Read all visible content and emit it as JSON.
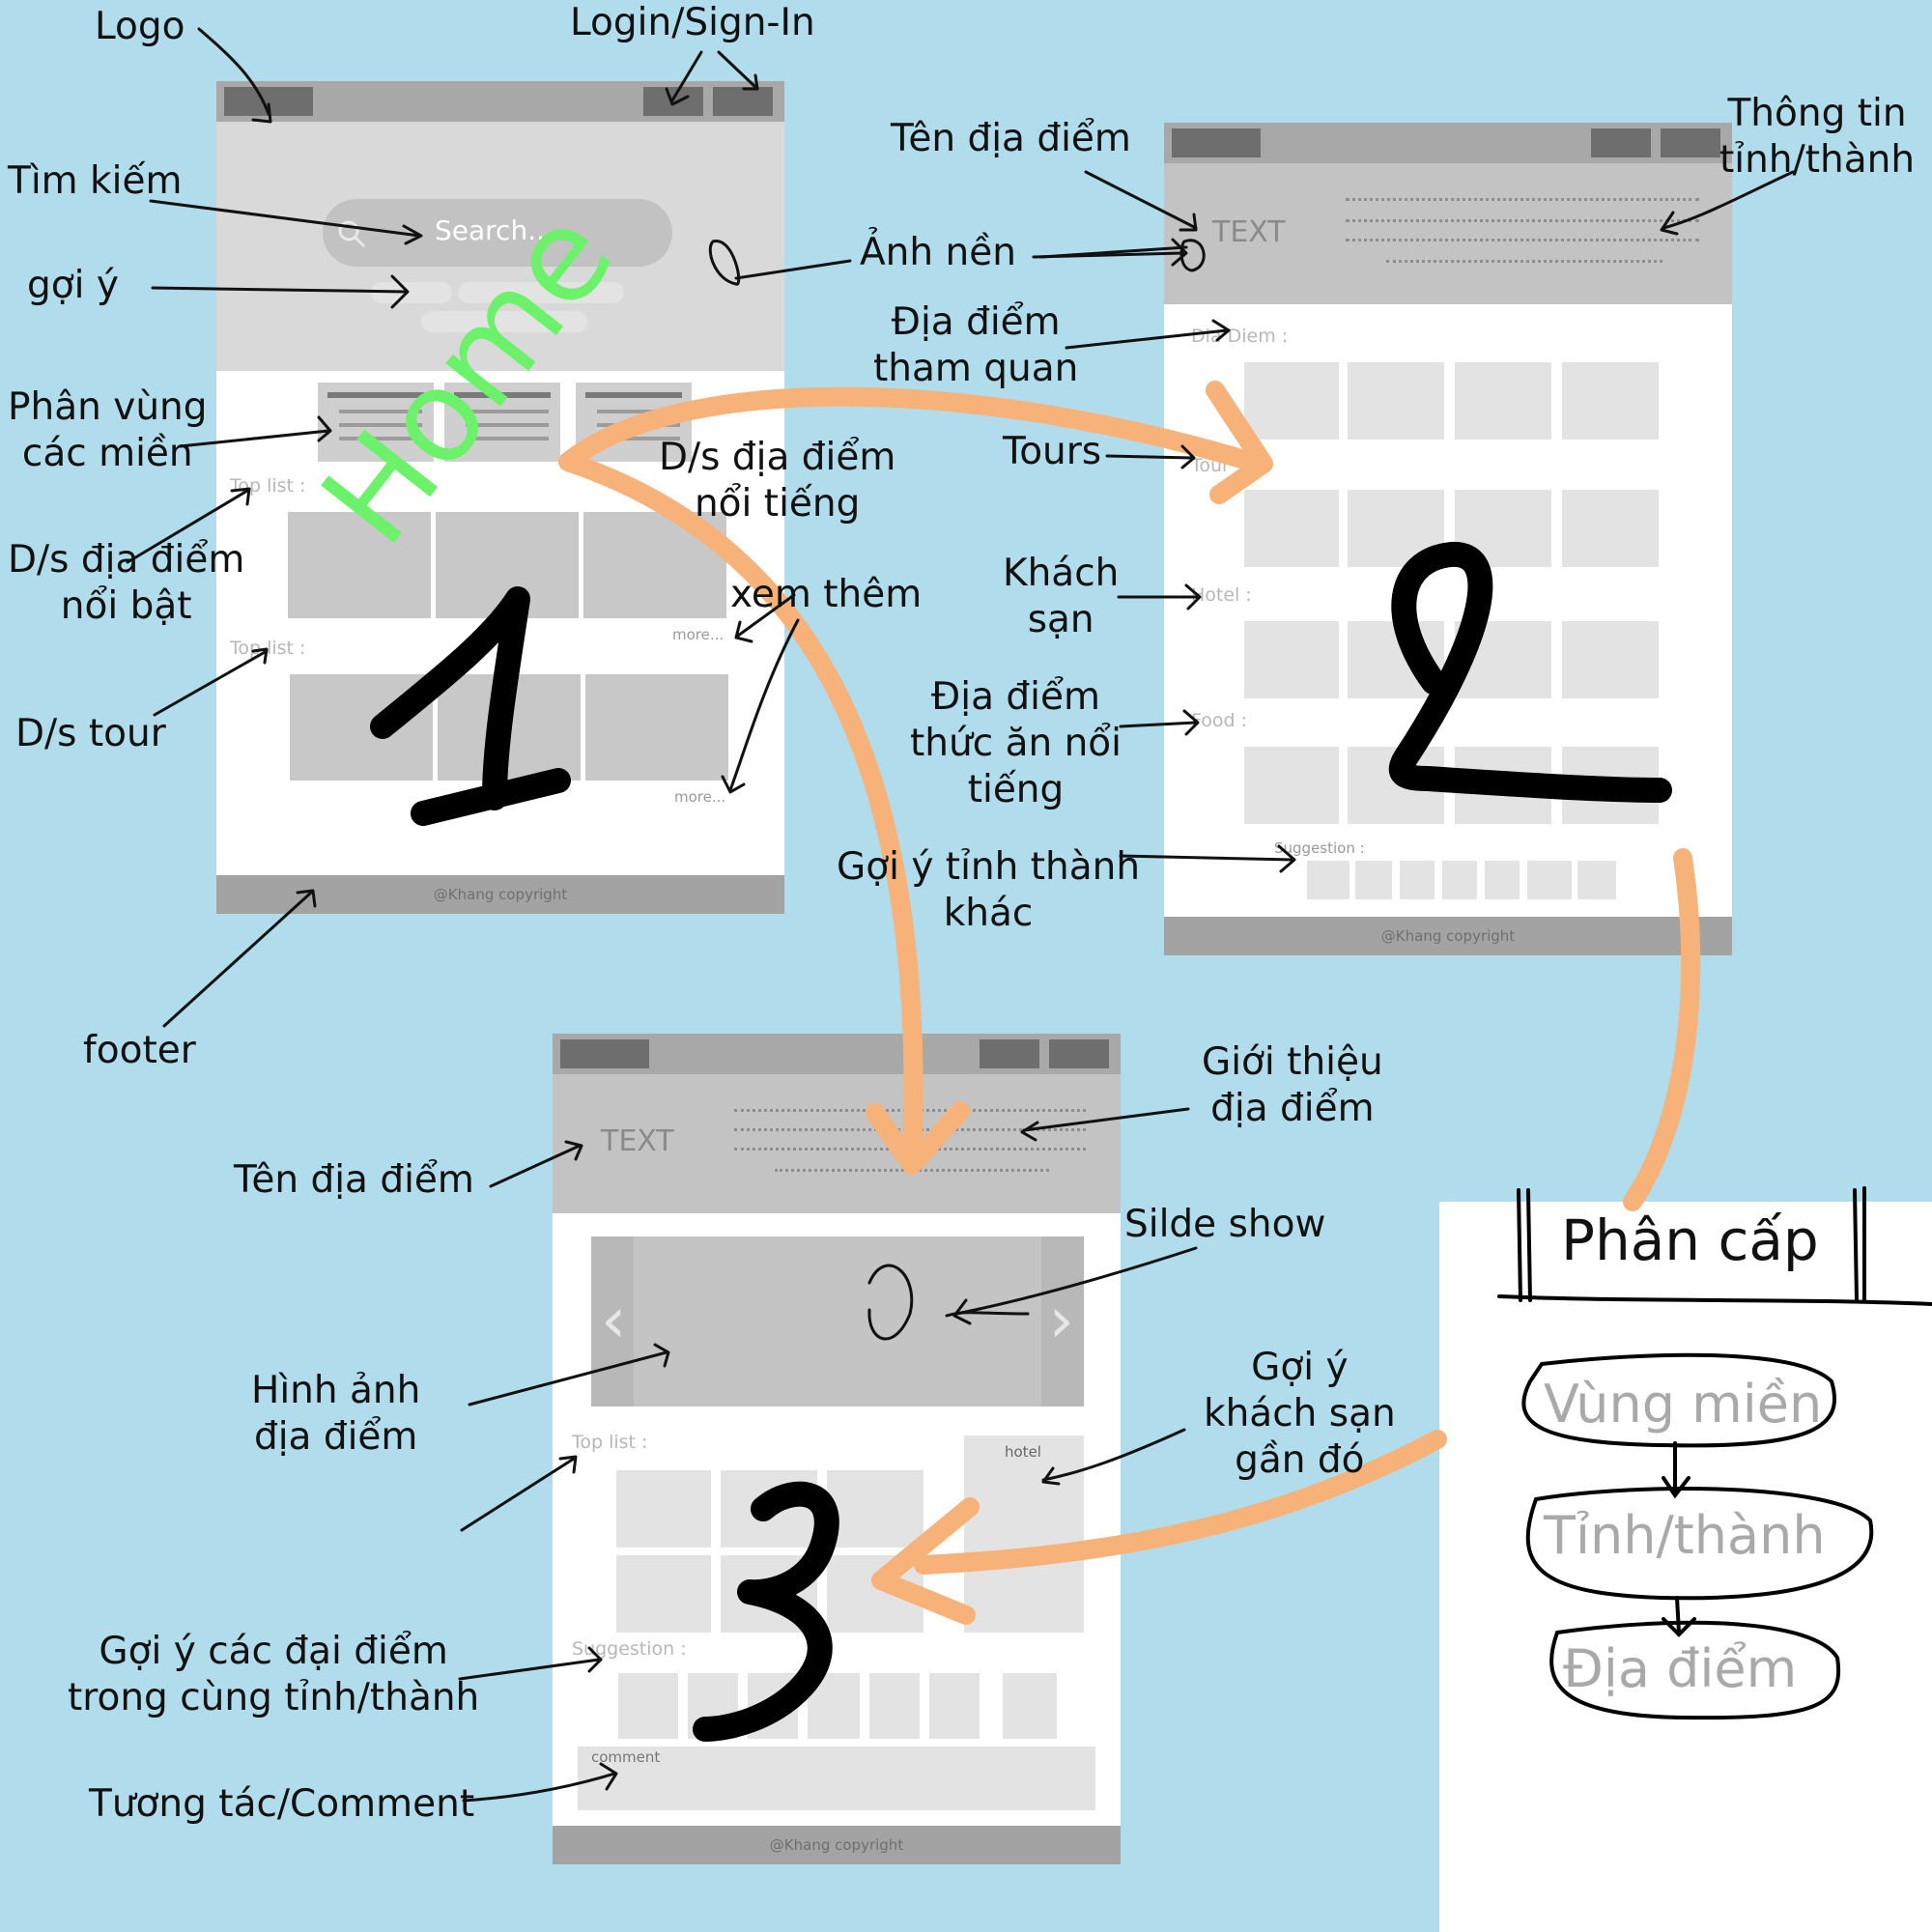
{
  "annotations": {
    "logo": "Logo",
    "login": "Login/Sign-In",
    "tim_kiem": "Tìm kiếm",
    "goi_y": "gợi ý",
    "phan_vung_1": "Phân vùng",
    "phan_vung_2": "các miền",
    "noi_bat_1": "D/s địa điểm",
    "noi_bat_2": "nổi bật",
    "ds_tour": "D/s tour",
    "footer": "footer",
    "ten_dia_diem_top": "Tên địa điểm",
    "anh_nen": "Ảnh nền",
    "dia_diem_tham_quan_1": "Địa điểm",
    "dia_diem_tham_quan_2": "tham quan",
    "noi_tieng_1": "D/s địa điểm",
    "noi_tieng_2": "nổi tiếng",
    "xem_them": "xem thêm",
    "thong_tin_1": "Thông tin",
    "thong_tin_2": "tỉnh/thành",
    "tours": "Tours",
    "khach_san_1": "Khách",
    "khach_san_2": "sạn",
    "thuc_an_1": "Địa điểm",
    "thuc_an_2": "thức ăn nổi",
    "thuc_an_3": "tiếng",
    "goi_y_tinh_1": "Gợi ý tỉnh thành",
    "goi_y_tinh_2": "khác",
    "gioi_thieu_1": "Giới thiệu",
    "gioi_thieu_2": "địa điểm",
    "ten_dia_diem_bottom": "Tên địa điểm",
    "slide_show": "Silde show",
    "hinh_anh_1": "Hình ảnh",
    "hinh_anh_2": "địa điểm",
    "goi_y_ks_1": "Gợi ý",
    "goi_y_ks_2": "khách sạn",
    "goi_y_ks_3": "gần đó",
    "goi_y_cac_1": "Gợi ý các đại điểm",
    "goi_y_cac_2": "trong cùng tỉnh/thành",
    "tuong_tac": "Tương tác/Comment"
  },
  "wireframe1": {
    "search_placeholder": "Search...",
    "top_list_1": "Top list :",
    "top_list_2": "Top list :",
    "more_1": "more...",
    "more_2": "more...",
    "copyright": "@Khang copyright",
    "home_label": "Home",
    "number": "1"
  },
  "wireframe2": {
    "hero_text": "TEXT",
    "dia_diem_label": "Dia Diem :",
    "tour_label": "Tour",
    "hotel_label": "Hotel :",
    "food_label": "Food :",
    "suggestion_label": "Suggestion :",
    "copyright": "@Khang copyright",
    "number": "2"
  },
  "wireframe3": {
    "hero_text": "TEXT",
    "top_list": "Top list :",
    "hotel": "hotel",
    "suggestion_label": "Suggestion :",
    "comment_label": "comment",
    "copyright": "@Khang copyright",
    "slide_prev": "‹",
    "slide_next": "›",
    "number": "3"
  },
  "hierarchy": {
    "title": "Phân cấp",
    "levels": [
      "Vùng miền",
      "Tỉnh/thành",
      "Địa điểm"
    ]
  },
  "colors": {
    "background": "#b1dcec",
    "flow_arrow": "#f7b27a",
    "home_label": "#6cf26a",
    "wire_dark": "#6e6e6e",
    "wire_bar": "#a8a8a8"
  }
}
